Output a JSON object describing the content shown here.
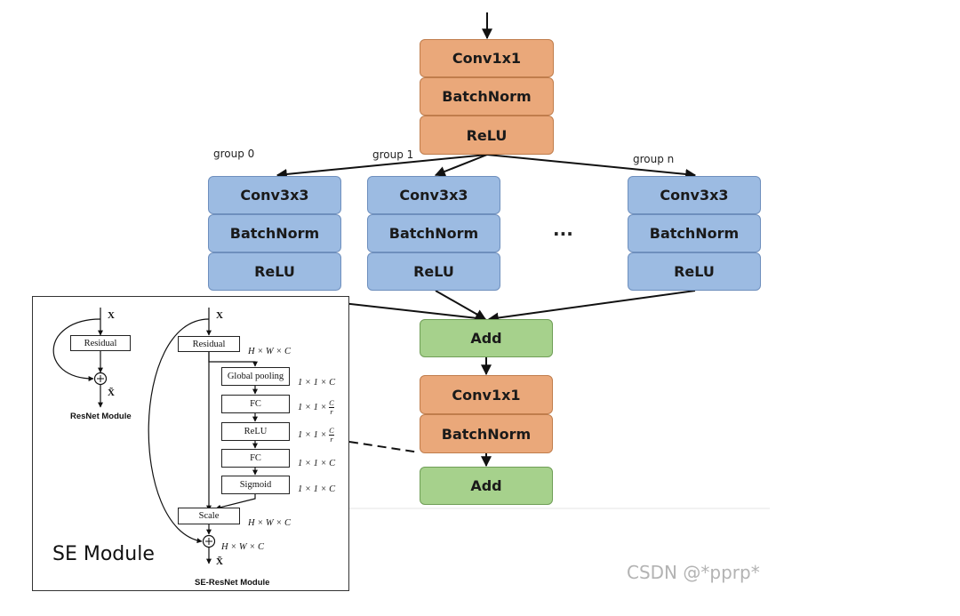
{
  "top_stack": [
    "Conv1x1",
    "BatchNorm",
    "ReLU"
  ],
  "groups": [
    {
      "label": "group 0",
      "layers": [
        "Conv3x3",
        "BatchNorm",
        "ReLU"
      ]
    },
    {
      "label": "group 1",
      "layers": [
        "Conv3x3",
        "BatchNorm",
        "ReLU"
      ]
    },
    {
      "label": "group n",
      "layers": [
        "Conv3x3",
        "BatchNorm",
        "ReLU"
      ]
    }
  ],
  "ellipsis": "...",
  "add_1": "Add",
  "bottom_stack": [
    "Conv1x1",
    "BatchNorm"
  ],
  "add_2": "Add",
  "se_module": {
    "title": "SE Module",
    "input_label": "X",
    "output_label": "X̃",
    "resnet": {
      "block": "Residual",
      "caption": "ResNet Module"
    },
    "se_resnet": {
      "residual": "Residual",
      "global_pooling": "Global pooling",
      "fc1": "FC",
      "relu": "ReLU",
      "fc2": "FC",
      "sigmoid": "Sigmoid",
      "scale": "Scale",
      "caption": "SE-ResNet Module",
      "dims": {
        "hwc": "H × W × C",
        "c11": "1 × 1 × C",
        "c_over_r_prefix": "1 × 1 ×",
        "c_num": "C",
        "c_den": "r"
      }
    }
  },
  "watermark": "CSDN @*pprp*",
  "colors": {
    "orange": "#eaa87a",
    "blue": "#9cbbe2",
    "green": "#a6d18c"
  }
}
